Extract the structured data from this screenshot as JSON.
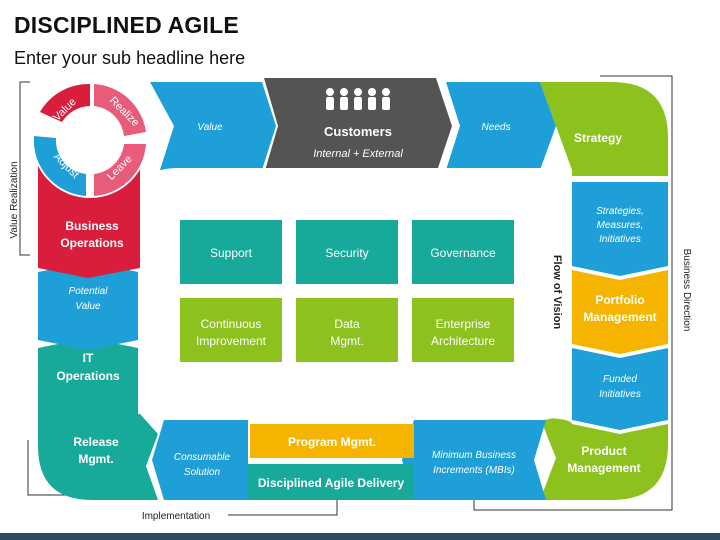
{
  "title": "DISCIPLINED AGILE",
  "subtitle": "Enter your sub headline here",
  "colors": {
    "blue": "#1e9fd8",
    "teal": "#17a99a",
    "green": "#8cc11e",
    "red": "#d81e3c",
    "orange": "#f5b400",
    "gray": "#545454"
  },
  "cycle": {
    "value": "Value",
    "realize": "Realize",
    "leave": "Leave",
    "adjust": "Adjust"
  },
  "loop": {
    "value_arrow": "Value",
    "customers_title": "Customers",
    "customers_sub": "Internal + External",
    "needs": "Needs",
    "strategy": "Strategy",
    "strategies": [
      "Strategies,",
      "Measures,",
      "Initiatives"
    ],
    "portfolio": [
      "Portfolio",
      "Management"
    ],
    "funded": [
      "Funded",
      "Initiatives"
    ],
    "product": [
      "Product",
      "Management"
    ],
    "mbi": [
      "Minimum Business",
      "Increments (MBIs)"
    ],
    "program": "Program Mgmt.",
    "dad": "Disciplined Agile Delivery",
    "consumable": [
      "Consumable",
      "Solution"
    ],
    "release": [
      "Release",
      "Mgmt."
    ],
    "it_ops": [
      "IT",
      "Operations"
    ],
    "potential": [
      "Potential",
      "Value"
    ],
    "business_ops": [
      "Business",
      "Operations"
    ]
  },
  "center": {
    "support": "Support",
    "security": "Security",
    "governance": "Governance",
    "continuous": [
      "Continuous",
      "Improvement"
    ],
    "data": [
      "Data",
      "Mgmt."
    ],
    "enterprise": [
      "Enterprise",
      "Architecture"
    ]
  },
  "side_labels": {
    "value_realization": "Value Realization",
    "business_direction": "Business Direction",
    "implementation": "Implementation",
    "flow_of_vision": "Flow of Vision"
  }
}
